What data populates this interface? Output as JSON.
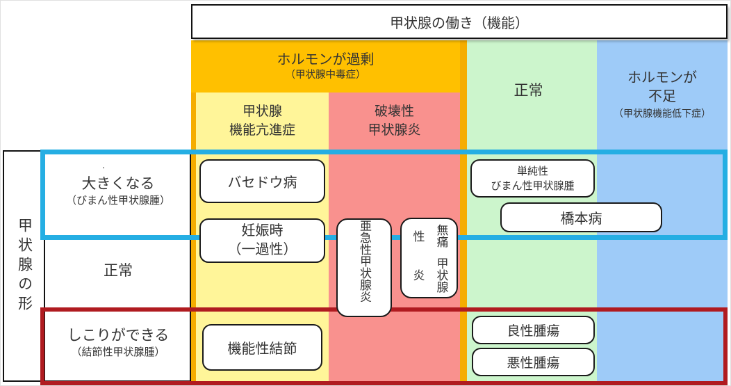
{
  "top_header": {
    "title": "甲状腺の働き（機能）"
  },
  "function_axis": {
    "excess": {
      "line1": "ホルモンが過剰",
      "line2": "（甲状腺中毒症）"
    },
    "hyperthyroidism": {
      "line1": "甲状腺",
      "line2": "機能亢進症"
    },
    "destructive_thyroiditis": {
      "line1": "破壊性",
      "line2": "甲状腺炎"
    },
    "normal": {
      "label": "正常"
    },
    "deficiency": {
      "line1": "ホルモンが",
      "line2": "不足",
      "line3": "（甲状腺機能低下症）"
    }
  },
  "shape_axis": {
    "title": "甲状腺の形",
    "enlarged": {
      "dot": ".",
      "line1": "大きくなる",
      "line2": "（びまん性甲状腺腫）"
    },
    "normal": {
      "label": "正常"
    },
    "nodular": {
      "line1": "しこりができる",
      "line2": "（結節性甲状腺腫）"
    }
  },
  "disease_boxes": {
    "basedow": {
      "label": "バセドウ病"
    },
    "pregnancy": {
      "line1": "妊娠時",
      "line2": "（一過性）"
    },
    "subacute": {
      "line1": "亜急性",
      "line2": "甲状腺炎"
    },
    "painless": {
      "line1": "無痛性",
      "line2": "甲状腺炎"
    },
    "simple_diffuse_goiter": {
      "line1": "単純性",
      "line2": "びまん性甲状腺腫"
    },
    "hashimoto": {
      "label": "橋本病"
    },
    "functional_nodule": {
      "label": "機能性結節"
    },
    "benign_tumor": {
      "label": "良性腫瘍"
    },
    "malignant_tumor": {
      "label": "悪性腫瘍"
    }
  },
  "colors": {
    "excess_header": "#FFC000",
    "column_divider_gold": "#F5AD00",
    "hyperthyroid_column": "#FFF599",
    "destructive_column": "#F9918E",
    "normal_column": "#CCF5CC",
    "deficiency_column": "#9ECBF8",
    "diffuse_row_outline": "#25AEE3",
    "nodular_row_outline": "#B01B20"
  }
}
